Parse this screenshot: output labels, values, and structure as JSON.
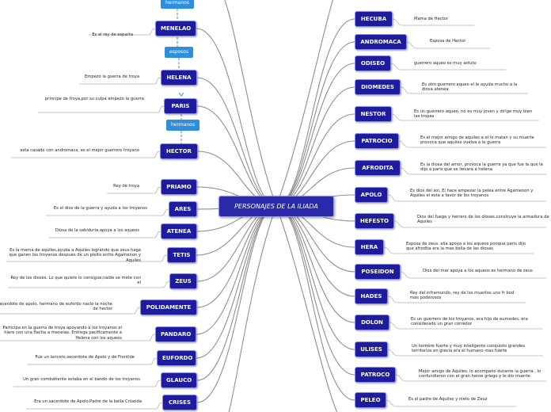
{
  "center": {
    "title": "PERSONAJES DE LA ILIADA"
  },
  "tags": {
    "hermanos_top": "hermanos",
    "esposos": "esposos",
    "hermanos_paris": "hermanos"
  },
  "left": [
    {
      "name": "MENELAO",
      "desc": "Es el rey de esparta"
    },
    {
      "name": "HELENA",
      "desc": "Empezo la guerra de troya"
    },
    {
      "name": "PARIS",
      "desc": "principe de troya,por su culpa empezo la guerra"
    },
    {
      "name": "HECTOR",
      "desc": "esta casado con andromaca, es el mejor guerrero troyano"
    },
    {
      "name": "PRIAMO",
      "desc": "Rey de troya"
    },
    {
      "name": "ARES",
      "desc": "Es el dios de la guerra y ayuda a los troyanos"
    },
    {
      "name": "ATENEA",
      "desc": "Diosa de la sabiduria,apoya a los aqueos"
    },
    {
      "name": "TETIS",
      "desc": "Es la mama de aquiles,ayuda a Aquiles logrando que zeus haga que ganen los troyanos despues de un pleito entre Agamenon y Aquiles"
    },
    {
      "name": "ZEUS",
      "desc": "Rey de los dioses. Lo que quiere lo consigue,nadie se mete con el"
    },
    {
      "name": "POLIDAMENTE",
      "desc": "sacerdote de apolo, hermano de eufordo nacio la noche de hector"
    },
    {
      "name": "PANDARO",
      "desc": "Participa en la guerra de troya apoyando a los troyanos el hiere con una flecha a menelao. Entrega pacificamente a Helena con los aqueos"
    },
    {
      "name": "EUFORDO",
      "desc": "Fue un lancero,secerdote de Apolo y de Frontide"
    },
    {
      "name": "GLAUCO",
      "desc": "Un gran combatiente estaba en el bando de los troyanos"
    },
    {
      "name": "CRISES",
      "desc": "Era un sacerdote de Apolo.Padre de la bella Criseida"
    }
  ],
  "right": [
    {
      "name": "HECUBA",
      "desc": "Mama de Hector"
    },
    {
      "name": "ANDROMACA",
      "desc": "Esposa de Hector"
    },
    {
      "name": "ODISEO",
      "desc": "guerrero aqueo es muy astuto"
    },
    {
      "name": "DIOMEDES",
      "desc": "Es otro guerrero aqueo el le ayuda mucho a la diosa atenea"
    },
    {
      "name": "NESTOR",
      "desc": "Es un guerrero aqueo, no es muy joven y dirige muy bien las tropas"
    },
    {
      "name": "PATROCIO",
      "desc": "Es el mejor amigo de aquiles a el lo matan y su muerte provoca que aquiles vuelva a la guerra"
    },
    {
      "name": "AFRODITA",
      "desc": "Es la diosa del amor, provoca la guerra ya que fue la que le dijo a paris que se llevara a helena"
    },
    {
      "name": "APOLO",
      "desc": "Es dios del sol. El hace empezar la pelea entre Agamenon y Aquiles el esta a favor de los troyanos"
    },
    {
      "name": "HEFESTO",
      "desc": "Dios del fuego y herrero de los dioses.construye la armadura de Aquiles"
    },
    {
      "name": "HERA",
      "desc": "Esposa de zeus. ella apoya a los aqueos ponque paris dijo que afrodita era la mas bella de las diosas"
    },
    {
      "name": "POSEIDON",
      "desc": "Dios del mar apoya a los aqueos es hermano de zeus"
    },
    {
      "name": "HADES",
      "desc": "Rey del inframundo, rey de los muertos uno fr bod mas poderosos"
    },
    {
      "name": "DOLON",
      "desc": "Es un guerrero de los troyanos, era hijo de eumedes, era considerado un gran corredor"
    },
    {
      "name": "ULISES",
      "desc": "Un hombre fuerte y muy inteligente conquisto grandes territorios en grecia era el humano mas fuerte"
    },
    {
      "name": "PATROCO",
      "desc": "Mejor amigo de Aquiles, lo acompaño durante la guerra , lo confundieron con el gran heroe griego y le dio muerte"
    },
    {
      "name": "PELEO",
      "desc": "Es el padre de Aquiles y nieto de Zeuz"
    }
  ],
  "colors": {
    "node": "#1c1c9c",
    "center": "#2a2aa8",
    "line": "#8e8e8e",
    "tag": "#2f8fde",
    "dashed": "#2f8fde"
  }
}
